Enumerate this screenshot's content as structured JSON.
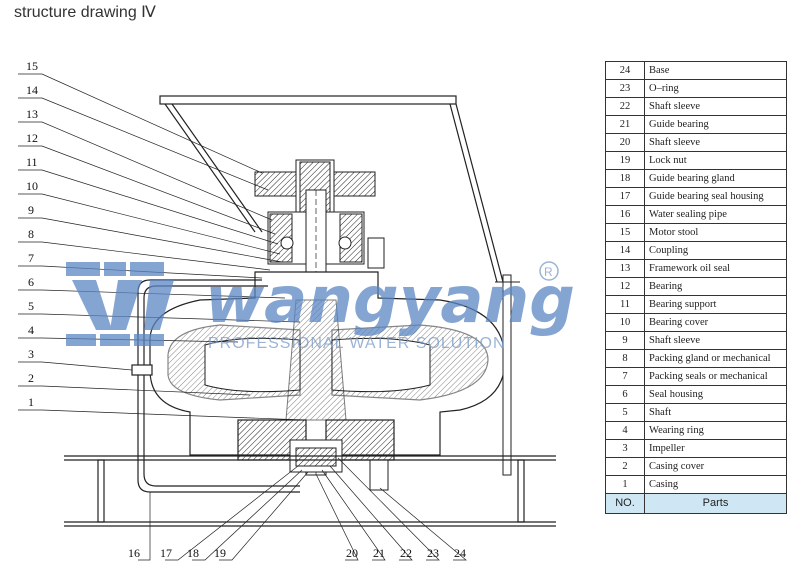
{
  "title": "structure drawing Ⅳ",
  "callouts_left": [
    "15",
    "14",
    "13",
    "12",
    "11",
    "10",
    "9",
    "8",
    "7",
    "6",
    "5",
    "4",
    "3",
    "2",
    "1"
  ],
  "callouts_bottom": [
    "16",
    "17",
    "18",
    "19",
    "20",
    "21",
    "22",
    "23",
    "24"
  ],
  "watermark": {
    "brand": "wangyang",
    "tagline": "PROFESSIONAL WATER SOLUTION",
    "registered": "R",
    "color": "#5b86c4"
  },
  "parts_table": {
    "header": {
      "no": "NO.",
      "name": "Parts"
    },
    "rows": [
      {
        "no": "24",
        "name": "Base"
      },
      {
        "no": "23",
        "name": "O–ring"
      },
      {
        "no": "22",
        "name": "Shaft sleeve"
      },
      {
        "no": "21",
        "name": "Guide bearing"
      },
      {
        "no": "20",
        "name": "Shaft sleeve"
      },
      {
        "no": "19",
        "name": "Lock nut"
      },
      {
        "no": "18",
        "name": "Guide bearing gland"
      },
      {
        "no": "17",
        "name": "Guide bearing seal housing"
      },
      {
        "no": "16",
        "name": "Water sealing pipe"
      },
      {
        "no": "15",
        "name": "Motor stool"
      },
      {
        "no": "14",
        "name": "Coupling"
      },
      {
        "no": "13",
        "name": "Framework oil seal"
      },
      {
        "no": "12",
        "name": "Bearing"
      },
      {
        "no": "11",
        "name": "Bearing support"
      },
      {
        "no": "10",
        "name": "Bearing cover"
      },
      {
        "no": "9",
        "name": "Shaft sleeve"
      },
      {
        "no": "8",
        "name": "Packing gland or mechanical"
      },
      {
        "no": "7",
        "name": "Packing seals or mechanical"
      },
      {
        "no": "6",
        "name": "Seal housing"
      },
      {
        "no": "5",
        "name": "Shaft"
      },
      {
        "no": "4",
        "name": "Wearing ring"
      },
      {
        "no": "3",
        "name": "Impeller"
      },
      {
        "no": "2",
        "name": "Casing cover"
      },
      {
        "no": "1",
        "name": "Casing"
      }
    ]
  }
}
